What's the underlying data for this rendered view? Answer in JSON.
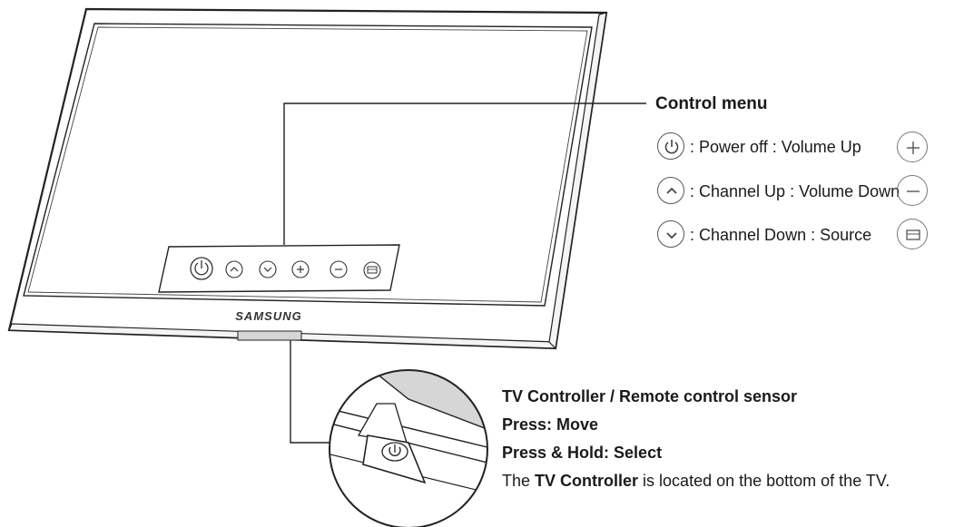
{
  "tv": {
    "brand": "SAMSUNG",
    "panel_buttons": [
      "power",
      "channel-up",
      "channel-down",
      "volume-up",
      "volume-down",
      "source"
    ]
  },
  "control_menu": {
    "title": "Control menu",
    "rows": [
      {
        "icon": "power-icon",
        "text": ": Power off : Volume Up"
      },
      {
        "icon": "chevron-up-icon",
        "text": ": Channel Up : Volume Down"
      },
      {
        "icon": "chevron-down-icon",
        "text": ": Channel Down : Source"
      }
    ],
    "overlap_icons": [
      "plus-icon",
      "minus-icon",
      "source-icon"
    ]
  },
  "controller": {
    "title": "TV Controller / Remote control sensor",
    "press": "Press: Move",
    "press_hold_label": "Press & Hold",
    "press_hold_value": ": Select",
    "note_prefix": "The ",
    "note_bold": "TV Controller",
    "note_suffix": " is located on the bottom of the TV."
  },
  "colors": {
    "line": "#222222",
    "icon": "#555555",
    "shade": "#d6d6d6"
  }
}
